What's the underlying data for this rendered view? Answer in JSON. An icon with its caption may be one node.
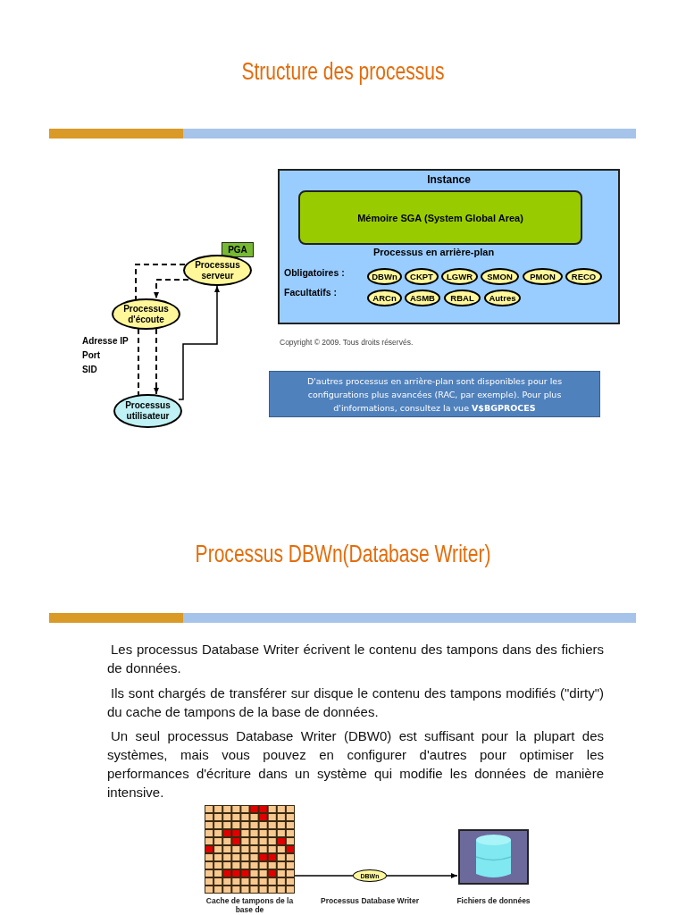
{
  "diagram": {
    "nodes": [
      {
        "text": [
          "Instance"
        ]
      },
      {
        "text": [
          "Mémoire SGA (System Global Area)"
        ],
        "in": 0
      },
      {
        "text": [
          "DBWn"
        ],
        "in": 0
      },
      {
        "text": [
          "CKPT"
        ],
        "in": 0
      },
      {
        "text": [
          "LGWR"
        ],
        "in": 0
      },
      {
        "text": [
          "SMON"
        ],
        "in": 0
      },
      {
        "text": [
          "PMON"
        ],
        "in": 0
      },
      {
        "text": [
          "RECO"
        ],
        "in": 0
      },
      {
        "text": [
          "ARCn"
        ],
        "in": 0
      },
      {
        "text": [
          "ASMB"
        ],
        "in": 0
      },
      {
        "text": [
          "RBAL"
        ],
        "in": 0
      },
      {
        "text": [
          "Autres"
        ],
        "in": 0
      },
      {
        "text": [
          "PGA"
        ]
      },
      {
        "text": [
          "Processus serveur"
        ]
      },
      {
        "text": [
          "Processus d'écoute"
        ]
      },
      {
        "text": [
          "Processus utilisateur"
        ]
      },
      {
        "text": [
          "D'autres processus en arrière-plan sont disponibles pour les configurations plus avancées (RAC, par exemple). Pour plus d'informations, consultez la vue **V$BGPROCES**"
        ]
      },
      {
        "text": [],
        "shape": "grid",
        "beside": [
          "Cache de tampons de la base de"
        ]
      },
      {
        "text": [
          "DBWn"
        ],
        "beside": [
          "Processus Database Writer"
        ]
      },
      {
        "text": [],
        "shape": "cylinder",
        "beside": [
          "Fichiers de données"
        ]
      }
    ],
    "edges": [
      {
        "from": 13,
        "to": 14,
        "arrow": "none",
        "style": "dashed"
      },
      {
        "from": 13,
        "to": 14,
        "arrow": "to",
        "style": "dashed"
      },
      {
        "from": 14,
        "to": 15,
        "arrow": "none",
        "style": "dashed"
      },
      {
        "from": 14,
        "to": 15,
        "arrow": "to",
        "style": "dashed"
      },
      {
        "from": 15,
        "to": 13,
        "arrow": "to"
      },
      {
        "from": 17,
        "to": 18,
        "arrow": "none"
      },
      {
        "from": 18,
        "to": 19,
        "arrow": "to"
      }
    ],
    "labels": [
      "Structure des processus",
      "Processus en arrière-plan",
      "Obligatoires :",
      "Facultatifs :",
      "Adresse IP",
      "Port",
      "SID",
      "Copyright © 2009. Tous droits réservés.",
      "Processus DBWn(Database Writer)",
      "Les processus Database Writer écrivent le contenu des tampons dans des fichiers de données.",
      "Ils sont chargés de transférer sur disque le contenu des tampons modifiés (\"dirty\") du cache de tampons de la base de données.",
      "Un seul processus Database Writer (DBW0) est suffisant pour la plupart des systèmes, mais vous pouvez en configurer d'autres pour optimiser les performances d'écriture dans un système qui modifie les données de manière intensive."
    ]
  }
}
